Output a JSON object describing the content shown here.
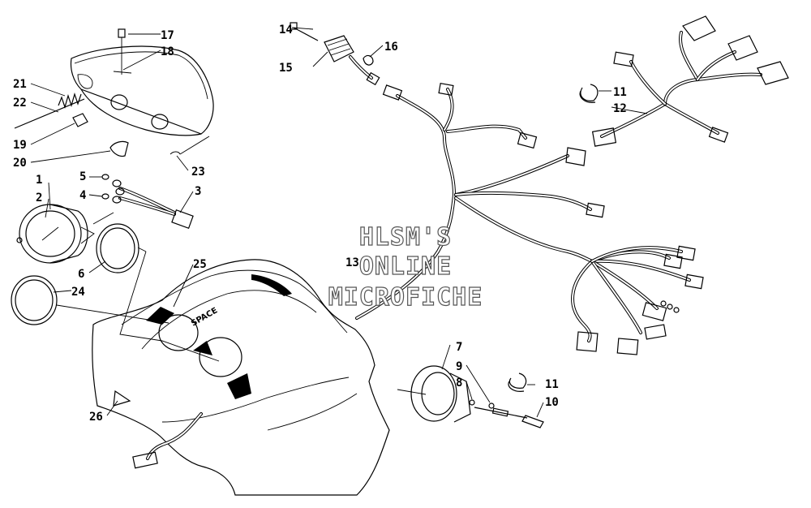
{
  "callouts": [
    "17",
    "18",
    "21",
    "22",
    "19",
    "20",
    "23",
    "1",
    "2",
    "5",
    "4",
    "3",
    "6",
    "24",
    "25",
    "26",
    "14",
    "15",
    "16",
    "11",
    "12",
    "13",
    "7",
    "9",
    "8",
    "10",
    "11"
  ],
  "watermark": [
    "HLSM'S",
    "ONLINE",
    "MICROFICHE"
  ],
  "dash_logo": "SPACE"
}
